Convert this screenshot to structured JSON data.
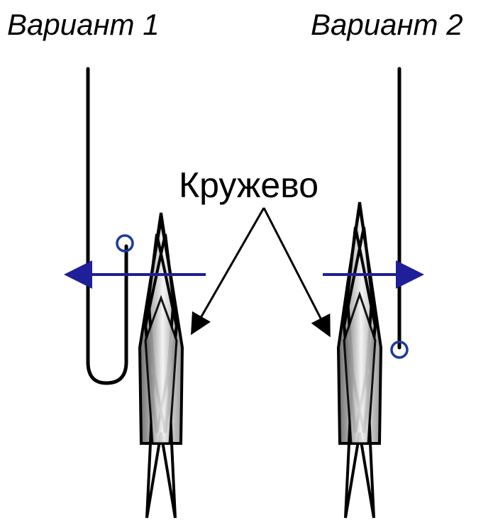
{
  "variants": [
    {
      "title": "Вариант 1",
      "color_thread": "#000000",
      "color_arrow": "#1a1a99",
      "color_circle": "#1a3aa0"
    },
    {
      "title": "Вариант 2",
      "color_thread": "#000000",
      "color_arrow": "#1a1a99",
      "color_circle": "#1a3aa0"
    }
  ],
  "lace_label": "Кружево",
  "colors": {
    "lace_fill_dark": "#7a7a7a",
    "lace_fill_light": "#f0f0f0",
    "outline": "#000000",
    "arrow": "#1f1f9a"
  }
}
